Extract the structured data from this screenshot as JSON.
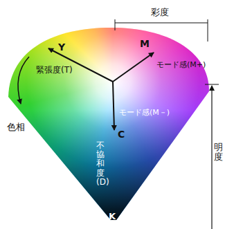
{
  "diagram": {
    "labels": [
      "彩度",
      "Y",
      "M",
      "緊張度(T)",
      "モード感(M+)",
      "色相",
      "モード感(M－)",
      "C",
      "不協和度(D)",
      "明度",
      "K"
    ]
  }
}
